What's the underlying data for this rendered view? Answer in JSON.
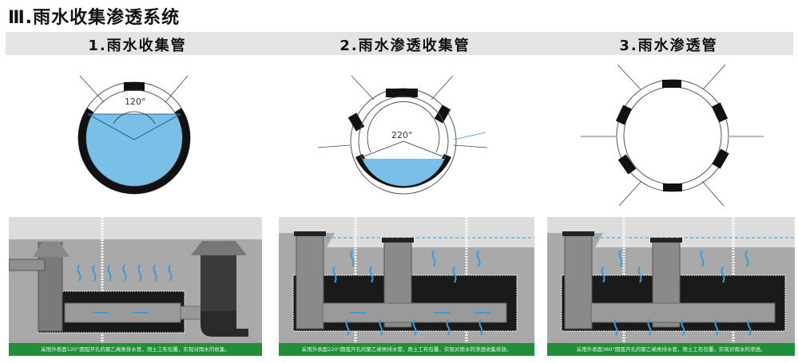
{
  "title": "Ⅲ.雨水收集渗透系统",
  "colors": {
    "header_bg": "#e4e4e4",
    "water": "#79c0e8",
    "caption_bg": "#1f8f3a",
    "arrow_blue": "#3b9ad9",
    "soil": "#a9a9a9",
    "sky": "#dcdcdc"
  },
  "columns": [
    {
      "title": "1.雨水收集管",
      "angle_label": "120°",
      "caption": "采用外表面120°圆弧开孔的聚乙烯类排水管，用土工布包覆，实现对雨水的收集。"
    },
    {
      "title": "2.雨水渗透收集管",
      "angle_label": "220°",
      "caption": "采用外表面220°圆弧开孔的聚乙烯类排水管，用土工布包覆，实现对雨水的渗透收集排放。"
    },
    {
      "title": "3.雨水渗透管",
      "angle_label": "",
      "caption": "采用外表面360°圆弧开孔的聚乙烯类排水管，用土工布包覆，实现对雨水的渗透。"
    }
  ]
}
